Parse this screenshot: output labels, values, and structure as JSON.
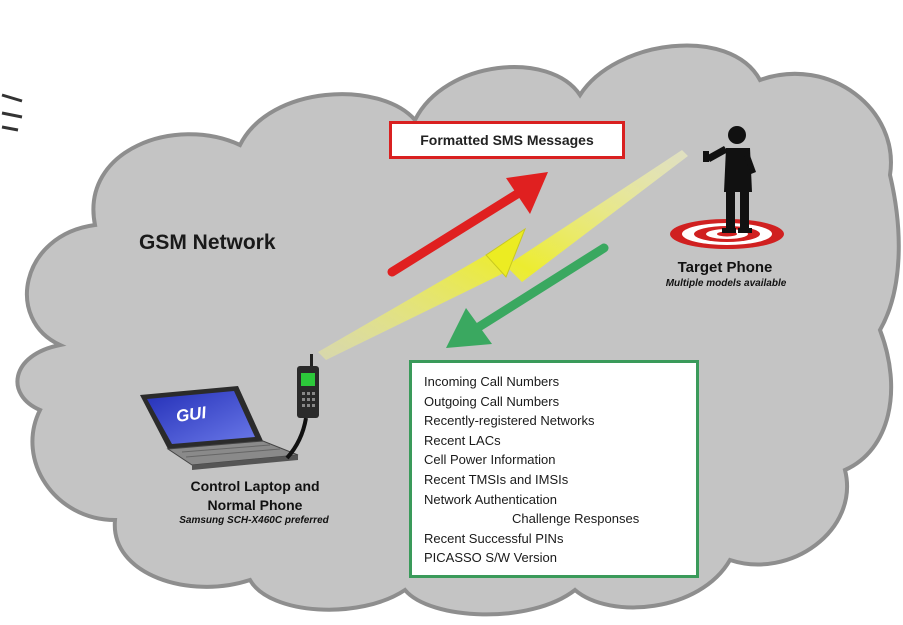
{
  "network_label": "GSM Network",
  "sms_box": {
    "label": "Formatted SMS Messages"
  },
  "target": {
    "title": "Target Phone",
    "subtitle": "Multiple models available"
  },
  "laptop": {
    "screen_label": "GUI",
    "title_line1": "Control Laptop and",
    "title_line2": "Normal Phone",
    "subtitle": "Samsung SCH-X460C preferred"
  },
  "data_box": {
    "items": [
      "Incoming Call Numbers",
      "Outgoing Call Numbers",
      "Recently-registered Networks",
      "Recent LACs",
      "Cell Power Information",
      "Recent TMSIs and IMSIs",
      "Network Authentication",
      "Challenge Responses",
      "Recent Successful PINs",
      "PICASSO S/W Version"
    ]
  },
  "colors": {
    "cloud": "#c4c4c4",
    "sms_arrow": "#e02020",
    "data_arrow": "#3aa860",
    "lightning": "#f0f030",
    "target_rings": "#d02020"
  }
}
